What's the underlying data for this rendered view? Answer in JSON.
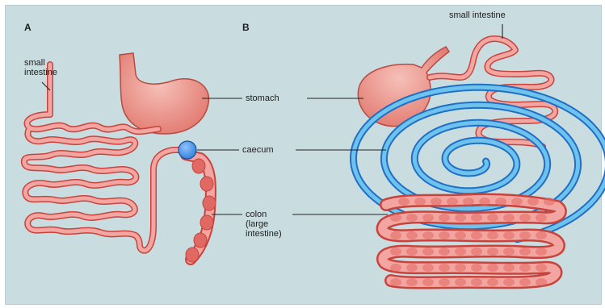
{
  "colors": {
    "background": "#c9dde0",
    "intestine_fill": "#f3a6a1",
    "intestine_outline": "#c8433c",
    "stomach": "#e27a70",
    "caecum": "#2f80d8",
    "spiral_fill": "#6ec3ee",
    "spiral_outline": "#1f6fc4",
    "colon_segment": "#e06a63",
    "leader_line": "#222222"
  },
  "panels": {
    "a": "A",
    "b": "B"
  },
  "labels": {
    "small_intestine_a": "small\nintestine",
    "small_intestine_b": "small intestine",
    "stomach": "stomach",
    "caecum": "caecum",
    "colon": "colon\n(large\nintestine)"
  },
  "icons": {
    "stomach_a": "stomach-icon",
    "stomach_b": "stomach-icon",
    "caecum": "caecum-icon"
  }
}
